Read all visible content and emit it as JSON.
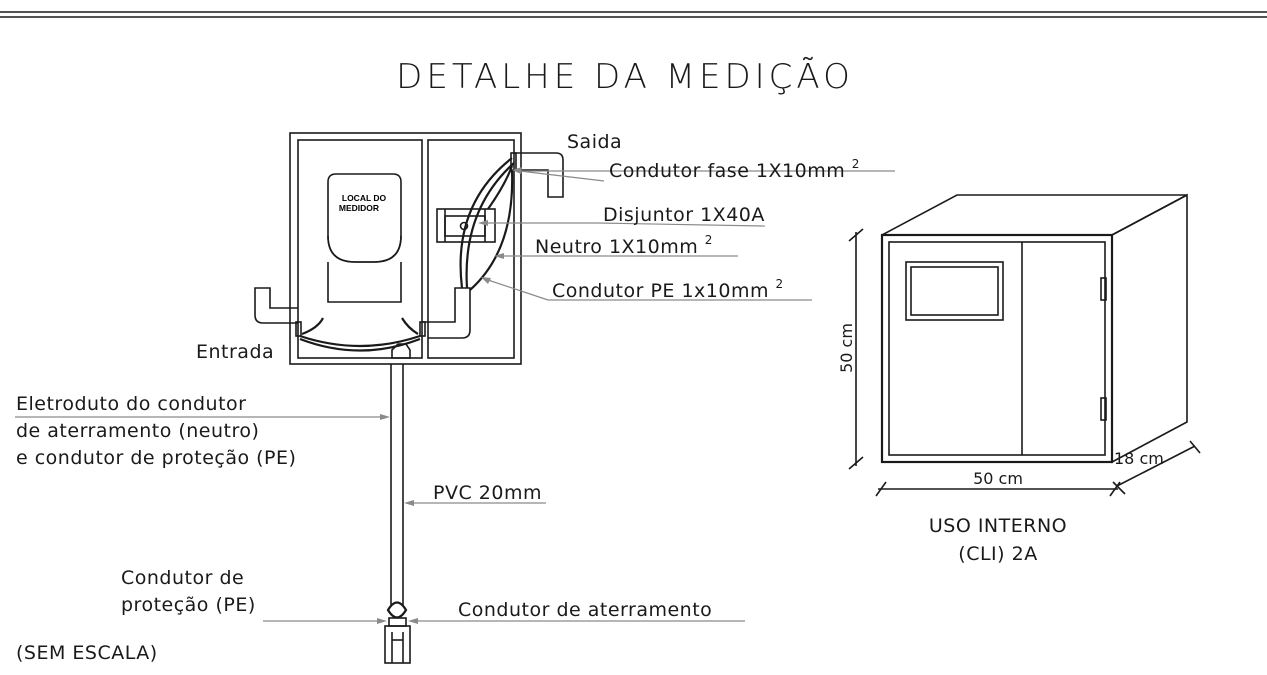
{
  "title": "DETALHE DA MEDIÇÃO",
  "meter_box": {
    "meter_label_line1": "LOCAL DO",
    "meter_label_line2": "MEDIDOR"
  },
  "labels": {
    "saida": "Saida",
    "condutor_fase": "Condutor fase 1X10mm",
    "condutor_fase_sup": "2",
    "disjuntor": "Disjuntor 1X40A",
    "neutro": "Neutro 1X10mm",
    "neutro_sup": "2",
    "condutor_pe": "Condutor PE 1x10mm",
    "condutor_pe_sup": "2",
    "entrada": "Entrada",
    "eletroduto_line1": "Eletroduto do condutor",
    "eletroduto_line2": "de aterramento (neutro)",
    "eletroduto_line3": "e condutor de proteção (PE)",
    "pvc": "PVC 20mm",
    "condutor_protecao_line1": "Condutor de",
    "condutor_protecao_line2": "proteção (PE)",
    "condutor_aterramento": "Condutor de aterramento",
    "sem_escala": "(SEM ESCALA)"
  },
  "cabinet": {
    "height_dim": "50 cm",
    "width_dim": "50 cm",
    "depth_dim": "18 cm",
    "caption_line1": "USO INTERNO",
    "caption_line2": "(CLI) 2A"
  }
}
